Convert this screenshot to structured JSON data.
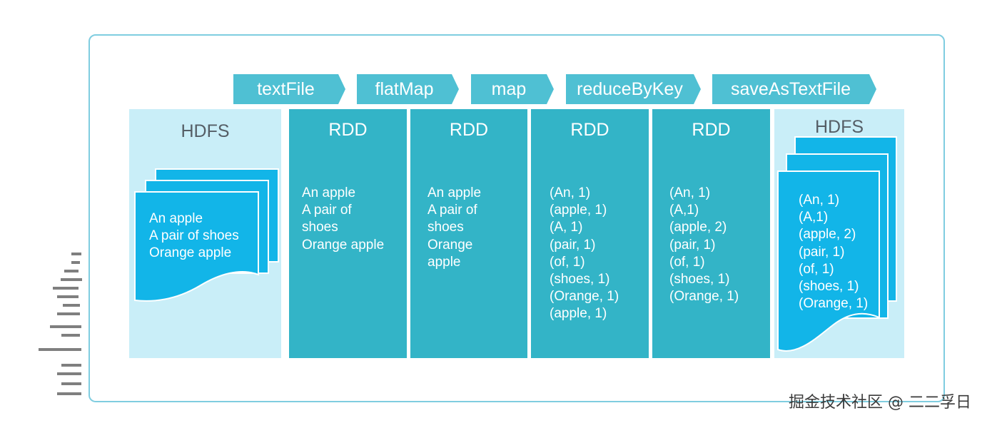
{
  "operations": [
    "textFile",
    "flatMap",
    "map",
    "reduceByKey",
    "saveAsTextFile"
  ],
  "columns": [
    {
      "title": "HDFS",
      "lines": "An apple\nA pair of shoes\nOrange apple"
    },
    {
      "title": "RDD",
      "lines": "An apple\nA pair of\nshoes\nOrange apple"
    },
    {
      "title": "RDD",
      "lines": "An apple\nA pair of\nshoes\nOrange\napple"
    },
    {
      "title": "RDD",
      "lines": "(An, 1)\n(apple, 1)\n(A, 1)\n(pair, 1)\n(of, 1)\n(shoes, 1)\n(Orange, 1)\n(apple, 1)"
    },
    {
      "title": "RDD",
      "lines": "(An, 1)\n(A,1)\n(apple, 2)\n(pair, 1)\n(of, 1)\n(shoes, 1)\n(Orange, 1)"
    },
    {
      "title": "HDFS",
      "lines": "(An, 1)\n(A,1)\n(apple, 2)\n(pair, 1)\n(of, 1)\n(shoes, 1)\n(Orange, 1)"
    }
  ],
  "watermark": "掘金技术社区 @ 二二孚日",
  "colors": {
    "frame": "#7fcde0",
    "op": "#4fc0d3",
    "rdd": "#33b4c7",
    "hdfs_bg": "#c9eef8",
    "sheet": "#12b5e8"
  }
}
